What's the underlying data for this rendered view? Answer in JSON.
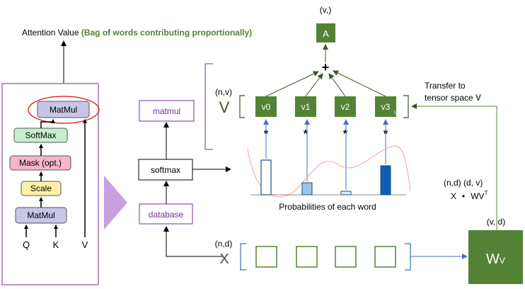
{
  "attention_value": {
    "prefix": "Attention Value ",
    "note": "(Bag of words contributing proportionally)"
  },
  "left_stack": {
    "matmul_top": "MatMul",
    "softmax": "SoftMax",
    "mask": "Mask (opt.)",
    "scale": "Scale",
    "matmul_bottom": "MatMul",
    "inputs": [
      "Q",
      "K",
      "V"
    ]
  },
  "middle": {
    "matmul": "matmul",
    "softmax": "softmax",
    "database": "database"
  },
  "output": {
    "shape": "(v,)",
    "label": "A",
    "plus": "+"
  },
  "values": {
    "shape": "(n,v)",
    "big_label": "V",
    "items": [
      "v0",
      "v1",
      "v2",
      "v3"
    ],
    "trailing_mark": "\\",
    "multiply": "*"
  },
  "probabilities": {
    "label": "Probabilities of each word",
    "bars": [
      0.78,
      0.34,
      0.09,
      0.65
    ]
  },
  "input": {
    "shape": "(n,d)",
    "big_label": "X"
  },
  "transfer": {
    "line1": "Transfer to",
    "line2_prefix": "tensor space ",
    "line2_bold": "V"
  },
  "formula": {
    "shapes": "(n,d)  (d, v)",
    "x": "X",
    "dot": "•",
    "wv": "WV",
    "sup": "T"
  },
  "weight": {
    "shape": "(v, d)",
    "label": "W",
    "subscript": "V"
  },
  "colors": {
    "green": "#548235",
    "dark_green": "#385723",
    "purple_box": "#7030a0",
    "pink_panel_border": "#a46fb8",
    "blue_arrow": "#4472c4",
    "dark_blue": "#1f4e79",
    "red_ellipse": "#e03030",
    "softmax_fill": "#c6efce",
    "mask_fill": "#f4b6c8",
    "scale_fill": "#fff2a8",
    "matmul_fill": "#c6c6e8",
    "triangle_fill": "#c9a0dc"
  }
}
